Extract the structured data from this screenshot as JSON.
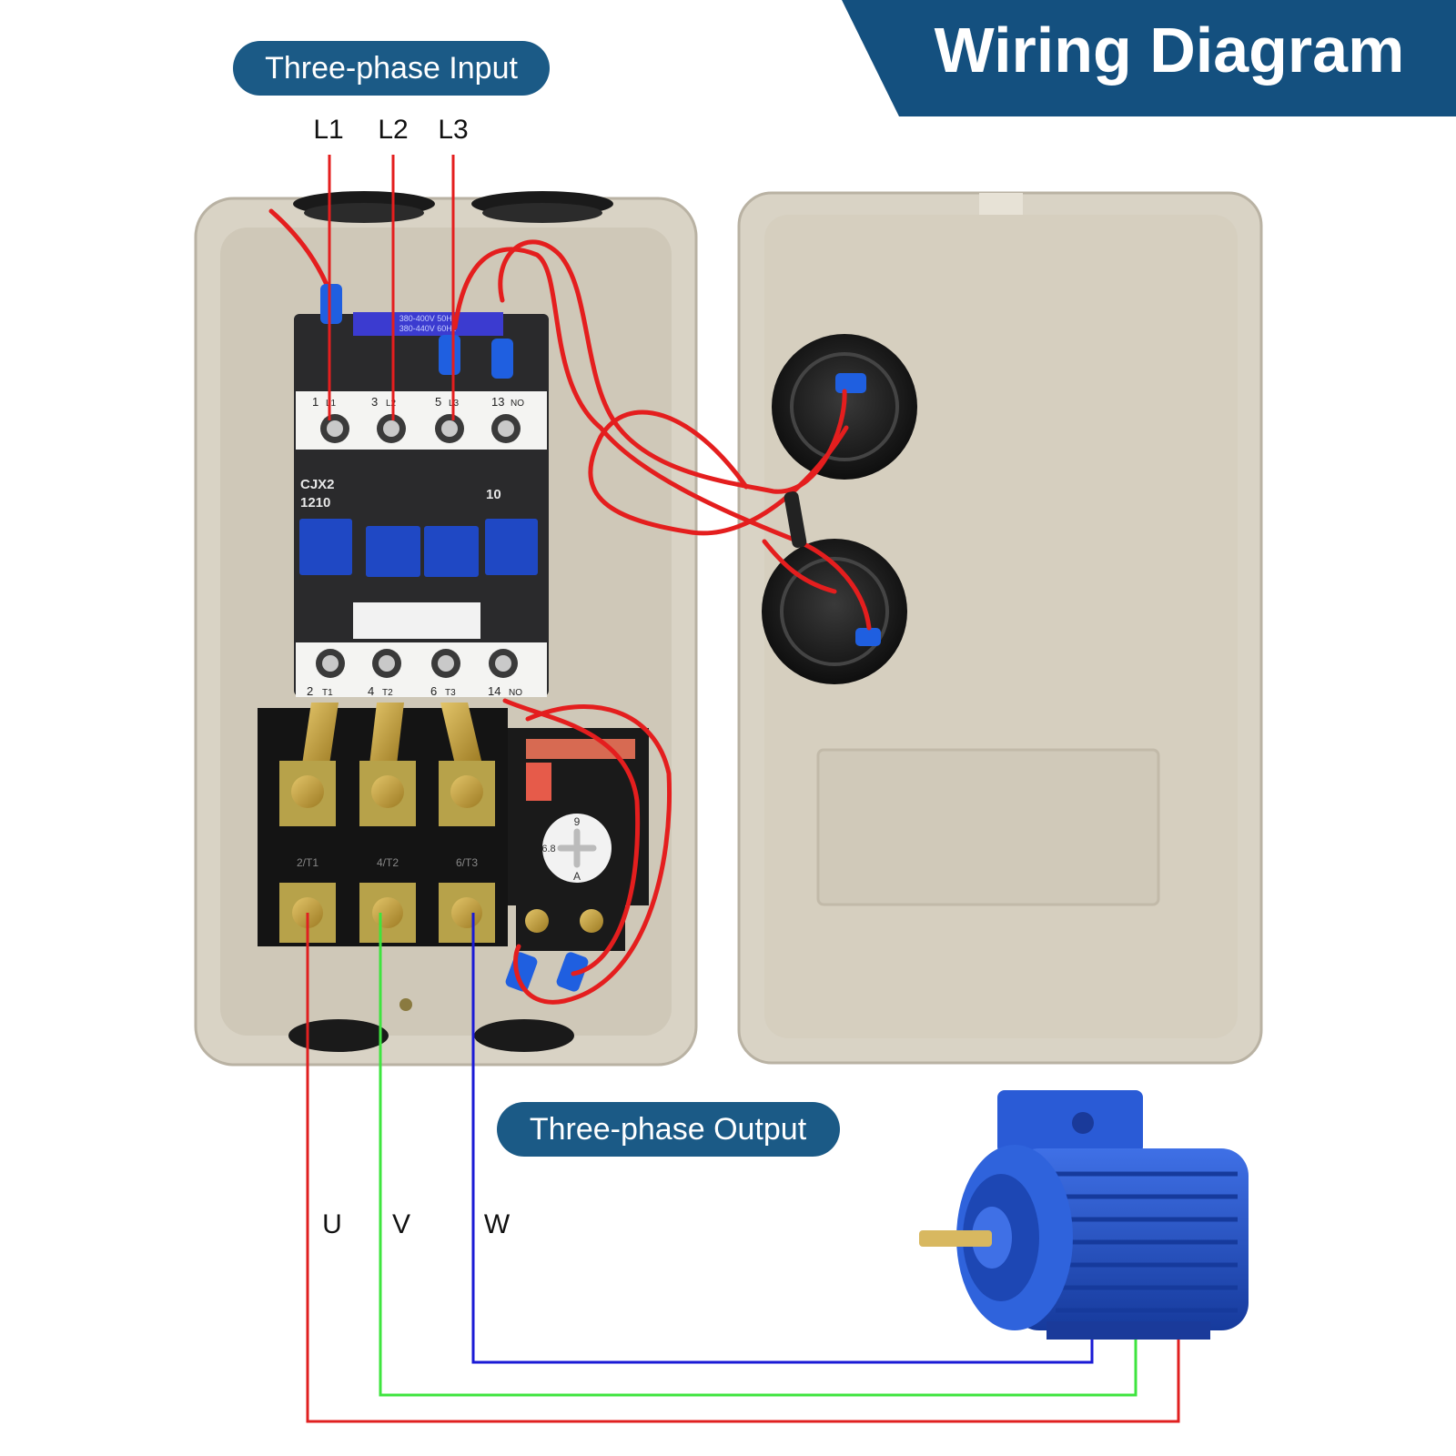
{
  "banner": {
    "title": "Wiring Diagram"
  },
  "input": {
    "label": "Three-phase Input",
    "lines": [
      "L1",
      "L2",
      "L3"
    ]
  },
  "output": {
    "label": "Three-phase Output",
    "lines": [
      "U",
      "V",
      "W"
    ]
  },
  "contactor": {
    "model": "CJX2",
    "model_code": "1210",
    "aux_code": "10",
    "rating_line1": "380-400V 50Hz",
    "rating_line2": "380-440V 60Hz",
    "top_terminals": [
      {
        "num": "1",
        "tag": "L1"
      },
      {
        "num": "3",
        "tag": "L2"
      },
      {
        "num": "5",
        "tag": "L3"
      },
      {
        "num": "13",
        "tag": "NO"
      }
    ],
    "bottom_terminals": [
      {
        "num": "2",
        "tag": "T1"
      },
      {
        "num": "4",
        "tag": "T2"
      },
      {
        "num": "6",
        "tag": "T3"
      },
      {
        "num": "14",
        "tag": "NO"
      }
    ]
  },
  "relay": {
    "terminal_tags": [
      "2/T1",
      "4/T2",
      "6/T3"
    ],
    "dial_top": "9",
    "dial_left": "6.8",
    "dial_unit": "A"
  },
  "colors": {
    "banner": "#14507f",
    "pill": "#1b5a86",
    "phase_u": "#e02020",
    "phase_v": "#3ee43e",
    "phase_w": "#1a1ad6",
    "input_wire": "#e41e1e",
    "enclosure": "#d9d3c5",
    "enclosure_inner": "#cfc8b8",
    "motor": "#1f4fc8"
  },
  "icons": [
    "motor-icon",
    "push-button-icon",
    "thermal-relay-icon",
    "contactor-icon"
  ]
}
